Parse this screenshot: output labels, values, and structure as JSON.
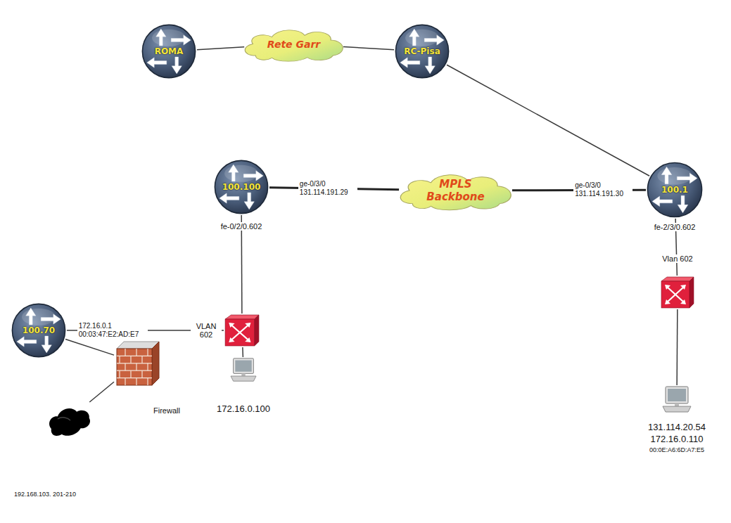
{
  "diagram": {
    "nodes": [
      {
        "text": [
          "ROMA"
        ]
      },
      {
        "text": [
          "Rete Garr"
        ]
      },
      {
        "text": [
          "RC-Pisa"
        ]
      },
      {
        "text": [
          "100.100",
          "fe-0/2/0.602"
        ]
      },
      {
        "text": [
          "MPLS Backbone"
        ]
      },
      {
        "text": [
          "100.1",
          "fe-2/3/0.602"
        ]
      },
      {
        "text": [
          "100.70"
        ]
      },
      {
        "text": [
          "VLAN 602"
        ]
      },
      {
        "text": [
          "Vlan 602"
        ]
      },
      {
        "text": [
          "172.16.0.100"
        ]
      },
      {
        "text": [
          "Firewall"
        ]
      },
      {
        "text": [
          "131.114.20.54",
          "172.16.0.110",
          "00:0E:A6:6D:A7:E5"
        ]
      },
      {
        "text": [
          "192.168.103. 201-210"
        ]
      }
    ],
    "edges": [
      {
        "from": 0,
        "to": 1,
        "arrow": "none"
      },
      {
        "from": 1,
        "to": 2,
        "arrow": "none"
      },
      {
        "from": 2,
        "to": 5,
        "arrow": "none"
      },
      {
        "from": 3,
        "to": 4,
        "label": "ge-0/3/0 131.114.191.29",
        "arrow": "none"
      },
      {
        "from": 4,
        "to": 5,
        "label": "ge-0/3/0 131.114.191.30",
        "arrow": "none"
      },
      {
        "from": 3,
        "to": 7,
        "arrow": "none"
      },
      {
        "from": 6,
        "to": 7,
        "label": "172.16.0.1 00:03:47:E2:AD:E7",
        "arrow": "none"
      },
      {
        "from": 7,
        "to": 9,
        "arrow": "none"
      },
      {
        "from": 6,
        "to": 10,
        "arrow": "none"
      },
      {
        "from": 10,
        "to": 12,
        "arrow": "none"
      },
      {
        "from": 5,
        "to": 8,
        "arrow": "none"
      },
      {
        "from": 8,
        "to": 11,
        "arrow": "none"
      }
    ]
  }
}
